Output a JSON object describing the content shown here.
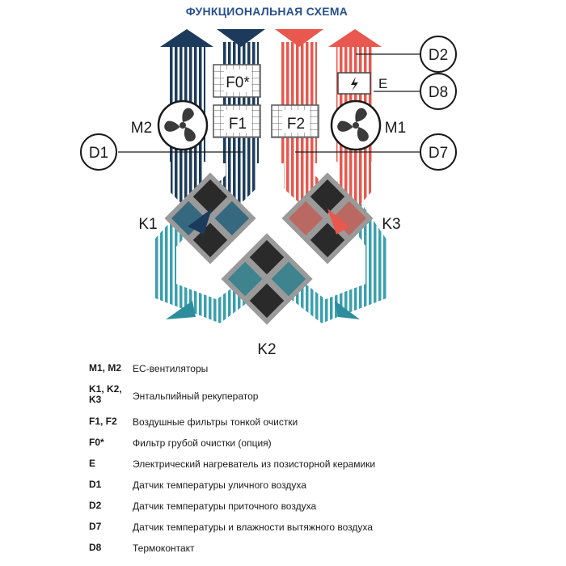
{
  "title": "ФУНКЦИОНАЛЬНАЯ СХЕМА",
  "colors": {
    "supply": "#e8584e",
    "exhaust": "#1c3b5c",
    "outdoor": "#3aa0ae",
    "core": "#333333",
    "title": "#27508f"
  },
  "labels": {
    "f0": "F0*",
    "f1": "F1",
    "f2": "F2",
    "e": "E",
    "m1": "M1",
    "m2": "M2",
    "k1": "K1",
    "k2": "K2",
    "k3": "K3",
    "d1": "D1",
    "d2": "D2",
    "d7": "D7",
    "d8": "D8"
  },
  "legend": [
    {
      "key": "M1, M2",
      "desc": "ЕС-вентиляторы"
    },
    {
      "key": "K1, K2, K3",
      "desc": "Энтальпийный рекуператор"
    },
    {
      "key": "F1, F2",
      "desc": "Воздушные фильтры тонкой очистки"
    },
    {
      "key": "F0*",
      "desc": "Фильтр грубой очистки (опция)"
    },
    {
      "key": "E",
      "desc": "Электрический нагреватель из позисторной керамики"
    },
    {
      "key": "D1",
      "desc": "Датчик температуры уличного воздуха"
    },
    {
      "key": "D2",
      "desc": "Датчик температуры приточного воздуха"
    },
    {
      "key": "D7",
      "desc": "Датчик температуры и влажности вытяжного воздуха"
    },
    {
      "key": "D8",
      "desc": "Термоконтакт"
    }
  ]
}
